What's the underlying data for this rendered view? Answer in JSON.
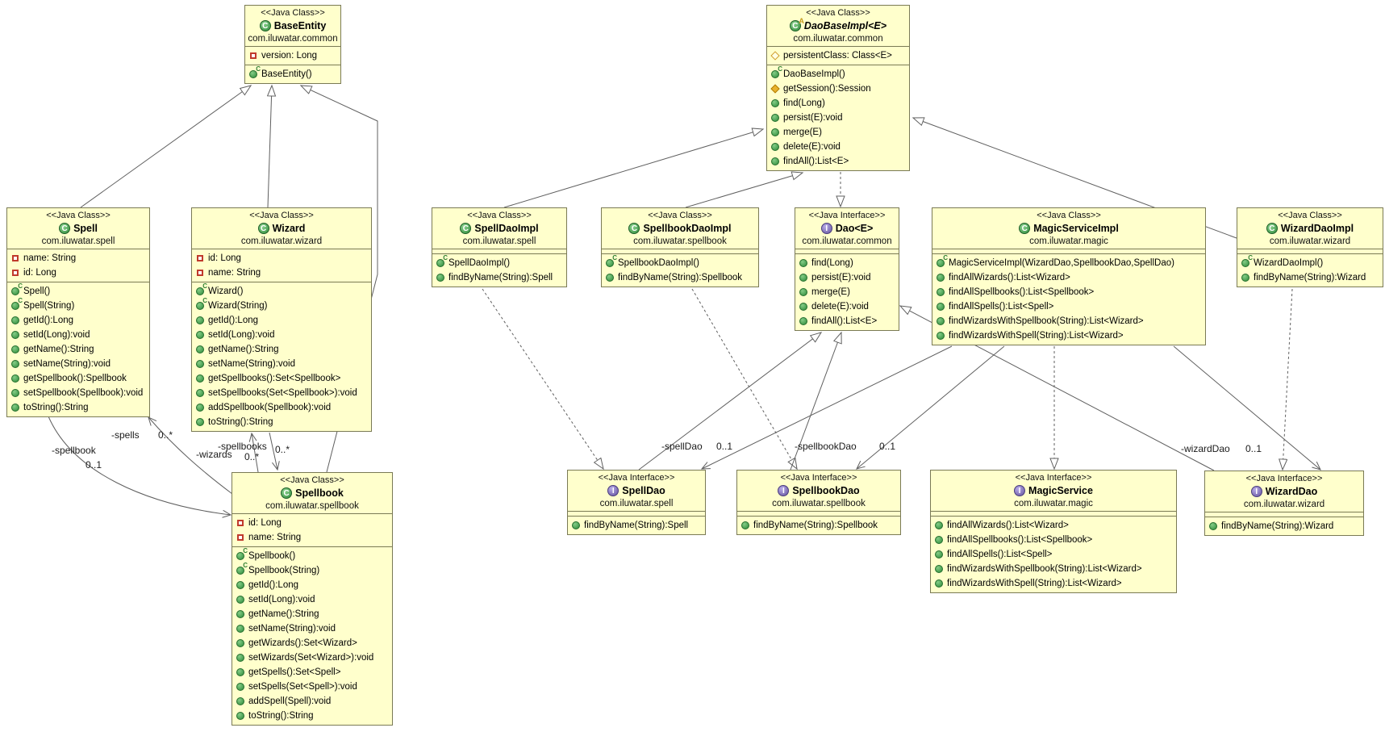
{
  "diagram": {
    "box_fill_color": "#FFFFCC",
    "border_color": "#7a7a55",
    "classes": [
      {
        "id": "base-entity",
        "kind": "class",
        "abstract": false,
        "stereotype": "<<Java Class>>",
        "name": "BaseEntity",
        "package": "com.iluwatar.common",
        "fields": [
          {
            "vis": "private",
            "text": "version: Long"
          }
        ],
        "methods": [
          {
            "vis": "ctor",
            "text": "BaseEntity()"
          }
        ]
      },
      {
        "id": "dao-base-impl",
        "kind": "class",
        "abstract": true,
        "stereotype": "<<Java Class>>",
        "name": "DaoBaseImpl<E>",
        "package": "com.iluwatar.common",
        "fields": [
          {
            "vis": "protected-hollow",
            "text": "persistentClass: Class<E>"
          }
        ],
        "methods": [
          {
            "vis": "ctor",
            "text": "DaoBaseImpl()"
          },
          {
            "vis": "protected",
            "text": "getSession():Session"
          },
          {
            "vis": "public",
            "text": "find(Long)"
          },
          {
            "vis": "public",
            "text": "persist(E):void"
          },
          {
            "vis": "public",
            "text": "merge(E)"
          },
          {
            "vis": "public",
            "text": "delete(E):void"
          },
          {
            "vis": "public",
            "text": "findAll():List<E>"
          }
        ]
      },
      {
        "id": "spell",
        "kind": "class",
        "abstract": false,
        "stereotype": "<<Java Class>>",
        "name": "Spell",
        "package": "com.iluwatar.spell",
        "fields": [
          {
            "vis": "private",
            "text": "name: String"
          },
          {
            "vis": "private",
            "text": "id: Long"
          }
        ],
        "methods": [
          {
            "vis": "ctor",
            "text": "Spell()"
          },
          {
            "vis": "ctor",
            "text": "Spell(String)"
          },
          {
            "vis": "public",
            "text": "getId():Long"
          },
          {
            "vis": "public",
            "text": "setId(Long):void"
          },
          {
            "vis": "public",
            "text": "getName():String"
          },
          {
            "vis": "public",
            "text": "setName(String):void"
          },
          {
            "vis": "public",
            "text": "getSpellbook():Spellbook"
          },
          {
            "vis": "public",
            "text": "setSpellbook(Spellbook):void"
          },
          {
            "vis": "public",
            "text": "toString():String"
          }
        ]
      },
      {
        "id": "wizard",
        "kind": "class",
        "abstract": false,
        "stereotype": "<<Java Class>>",
        "name": "Wizard",
        "package": "com.iluwatar.wizard",
        "fields": [
          {
            "vis": "private",
            "text": "id: Long"
          },
          {
            "vis": "private",
            "text": "name: String"
          }
        ],
        "methods": [
          {
            "vis": "ctor",
            "text": "Wizard()"
          },
          {
            "vis": "ctor",
            "text": "Wizard(String)"
          },
          {
            "vis": "public",
            "text": "getId():Long"
          },
          {
            "vis": "public",
            "text": "setId(Long):void"
          },
          {
            "vis": "public",
            "text": "getName():String"
          },
          {
            "vis": "public",
            "text": "setName(String):void"
          },
          {
            "vis": "public",
            "text": "getSpellbooks():Set<Spellbook>"
          },
          {
            "vis": "public",
            "text": "setSpellbooks(Set<Spellbook>):void"
          },
          {
            "vis": "public",
            "text": "addSpellbook(Spellbook):void"
          },
          {
            "vis": "public",
            "text": "toString():String"
          }
        ]
      },
      {
        "id": "spell-dao-impl",
        "kind": "class",
        "abstract": false,
        "stereotype": "<<Java Class>>",
        "name": "SpellDaoImpl",
        "package": "com.iluwatar.spell",
        "fields": [],
        "methods": [
          {
            "vis": "ctor",
            "text": "SpellDaoImpl()"
          },
          {
            "vis": "public",
            "text": "findByName(String):Spell"
          }
        ]
      },
      {
        "id": "spellbook-dao-impl",
        "kind": "class",
        "abstract": false,
        "stereotype": "<<Java Class>>",
        "name": "SpellbookDaoImpl",
        "package": "com.iluwatar.spellbook",
        "fields": [],
        "methods": [
          {
            "vis": "ctor",
            "text": "SpellbookDaoImpl()"
          },
          {
            "vis": "public",
            "text": "findByName(String):Spellbook"
          }
        ]
      },
      {
        "id": "dao",
        "kind": "interface",
        "abstract": false,
        "stereotype": "<<Java Interface>>",
        "name": "Dao<E>",
        "package": "com.iluwatar.common",
        "fields": [],
        "methods": [
          {
            "vis": "public",
            "text": "find(Long)"
          },
          {
            "vis": "public",
            "text": "persist(E):void"
          },
          {
            "vis": "public",
            "text": "merge(E)"
          },
          {
            "vis": "public",
            "text": "delete(E):void"
          },
          {
            "vis": "public",
            "text": "findAll():List<E>"
          }
        ]
      },
      {
        "id": "magic-service-impl",
        "kind": "class",
        "abstract": false,
        "stereotype": "<<Java Class>>",
        "name": "MagicServiceImpl",
        "package": "com.iluwatar.magic",
        "fields": [],
        "methods": [
          {
            "vis": "ctor",
            "text": "MagicServiceImpl(WizardDao,SpellbookDao,SpellDao)"
          },
          {
            "vis": "public",
            "text": "findAllWizards():List<Wizard>"
          },
          {
            "vis": "public",
            "text": "findAllSpellbooks():List<Spellbook>"
          },
          {
            "vis": "public",
            "text": "findAllSpells():List<Spell>"
          },
          {
            "vis": "public",
            "text": "findWizardsWithSpellbook(String):List<Wizard>"
          },
          {
            "vis": "public",
            "text": "findWizardsWithSpell(String):List<Wizard>"
          }
        ]
      },
      {
        "id": "wizard-dao-impl",
        "kind": "class",
        "abstract": false,
        "stereotype": "<<Java Class>>",
        "name": "WizardDaoImpl",
        "package": "com.iluwatar.wizard",
        "fields": [],
        "methods": [
          {
            "vis": "ctor",
            "text": "WizardDaoImpl()"
          },
          {
            "vis": "public",
            "text": "findByName(String):Wizard"
          }
        ]
      },
      {
        "id": "spellbook",
        "kind": "class",
        "abstract": false,
        "stereotype": "<<Java Class>>",
        "name": "Spellbook",
        "package": "com.iluwatar.spellbook",
        "fields": [
          {
            "vis": "private",
            "text": "id: Long"
          },
          {
            "vis": "private",
            "text": "name: String"
          }
        ],
        "methods": [
          {
            "vis": "ctor",
            "text": "Spellbook()"
          },
          {
            "vis": "ctor",
            "text": "Spellbook(String)"
          },
          {
            "vis": "public",
            "text": "getId():Long"
          },
          {
            "vis": "public",
            "text": "setId(Long):void"
          },
          {
            "vis": "public",
            "text": "getName():String"
          },
          {
            "vis": "public",
            "text": "setName(String):void"
          },
          {
            "vis": "public",
            "text": "getWizards():Set<Wizard>"
          },
          {
            "vis": "public",
            "text": "setWizards(Set<Wizard>):void"
          },
          {
            "vis": "public",
            "text": "getSpells():Set<Spell>"
          },
          {
            "vis": "public",
            "text": "setSpells(Set<Spell>):void"
          },
          {
            "vis": "public",
            "text": "addSpell(Spell):void"
          },
          {
            "vis": "public",
            "text": "toString():String"
          }
        ]
      },
      {
        "id": "spell-dao",
        "kind": "interface",
        "abstract": false,
        "stereotype": "<<Java Interface>>",
        "name": "SpellDao",
        "package": "com.iluwatar.spell",
        "fields": [],
        "methods": [
          {
            "vis": "public",
            "text": "findByName(String):Spell"
          }
        ]
      },
      {
        "id": "spellbook-dao",
        "kind": "interface",
        "abstract": false,
        "stereotype": "<<Java Interface>>",
        "name": "SpellbookDao",
        "package": "com.iluwatar.spellbook",
        "fields": [],
        "methods": [
          {
            "vis": "public",
            "text": "findByName(String):Spellbook"
          }
        ]
      },
      {
        "id": "magic-service",
        "kind": "interface",
        "abstract": false,
        "stereotype": "<<Java Interface>>",
        "name": "MagicService",
        "package": "com.iluwatar.magic",
        "fields": [],
        "methods": [
          {
            "vis": "public",
            "text": "findAllWizards():List<Wizard>"
          },
          {
            "vis": "public",
            "text": "findAllSpellbooks():List<Spellbook>"
          },
          {
            "vis": "public",
            "text": "findAllSpells():List<Spell>"
          },
          {
            "vis": "public",
            "text": "findWizardsWithSpellbook(String):List<Wizard>"
          },
          {
            "vis": "public",
            "text": "findWizardsWithSpell(String):List<Wizard>"
          }
        ]
      },
      {
        "id": "wizard-dao",
        "kind": "interface",
        "abstract": false,
        "stereotype": "<<Java Interface>>",
        "name": "WizardDao",
        "package": "com.iluwatar.wizard",
        "fields": [],
        "methods": [
          {
            "vis": "public",
            "text": "findByName(String):Wizard"
          }
        ]
      }
    ],
    "labels": [
      {
        "id": "spells",
        "text": "-spells"
      },
      {
        "id": "spells-mult",
        "text": "0..*"
      },
      {
        "id": "spellbook-role",
        "text": "-spellbook"
      },
      {
        "id": "spellbook-mult",
        "text": "0..1"
      },
      {
        "id": "spellbooks",
        "text": "-spellbooks"
      },
      {
        "id": "spellbooks-mult",
        "text": "0..*"
      },
      {
        "id": "wizards",
        "text": "-wizards"
      },
      {
        "id": "wizards-mult",
        "text": "0..*"
      },
      {
        "id": "spelldao-role",
        "text": "-spellDao"
      },
      {
        "id": "spelldao-mult",
        "text": "0..1"
      },
      {
        "id": "spellbookdao-role",
        "text": "-spellbookDao"
      },
      {
        "id": "spellbookdao-mult",
        "text": "0..1"
      },
      {
        "id": "wizarddao-role",
        "text": "-wizardDao"
      },
      {
        "id": "wizarddao-mult",
        "text": "0..1"
      }
    ]
  }
}
